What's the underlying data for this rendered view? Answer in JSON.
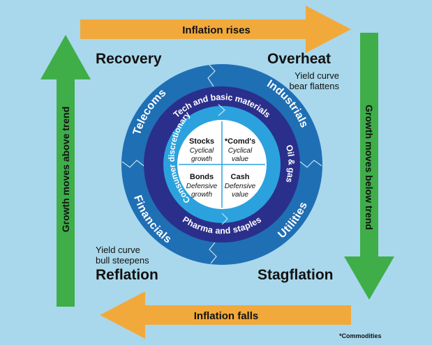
{
  "colors": {
    "background": "#a9d8ec",
    "arrow_orange": "#f2a93b",
    "arrow_green": "#3fae49",
    "ring_outer": "#1f6fb5",
    "ring_middle": "#2b2f8c",
    "ring_inner": "#2ba2dd",
    "core_background": "#ffffff",
    "text_dark": "#111111",
    "text_light": "#ffffff"
  },
  "arrows": {
    "top": {
      "label": "Inflation rises",
      "direction": "right"
    },
    "bottom": {
      "label": "Inflation falls",
      "direction": "left"
    },
    "left": {
      "label": "Growth moves above trend",
      "direction": "up"
    },
    "right": {
      "label": "Growth moves below trend",
      "direction": "down"
    }
  },
  "phases": {
    "recovery": "Recovery",
    "overheat": "Overheat",
    "stagflation": "Stagflation",
    "reflation": "Reflation"
  },
  "notes": {
    "overheat": [
      "Yield curve",
      "bear flattens"
    ],
    "reflation": [
      "Yield curve",
      "bull steepens"
    ]
  },
  "outer_ring": {
    "telecoms": "Telecoms",
    "industrials": "Industrials",
    "utilities": "Utilities",
    "financials": "Financials"
  },
  "middle_ring": {
    "tech": "Tech and basic materials",
    "oil": "Oil & gas",
    "pharma": "Pharma and staples",
    "consumer": "Consumer discretionary"
  },
  "core": {
    "stocks": {
      "title": "Stocks",
      "line1": "Cyclical",
      "line2": "growth"
    },
    "commodities": {
      "title": "*Comd's",
      "line1": "Cyclical",
      "line2": "value"
    },
    "bonds": {
      "title": "Bonds",
      "line1": "Defensive",
      "line2": "growth"
    },
    "cash": {
      "title": "Cash",
      "line1": "Defensive",
      "line2": "value"
    }
  },
  "footnote": "*Commodities"
}
